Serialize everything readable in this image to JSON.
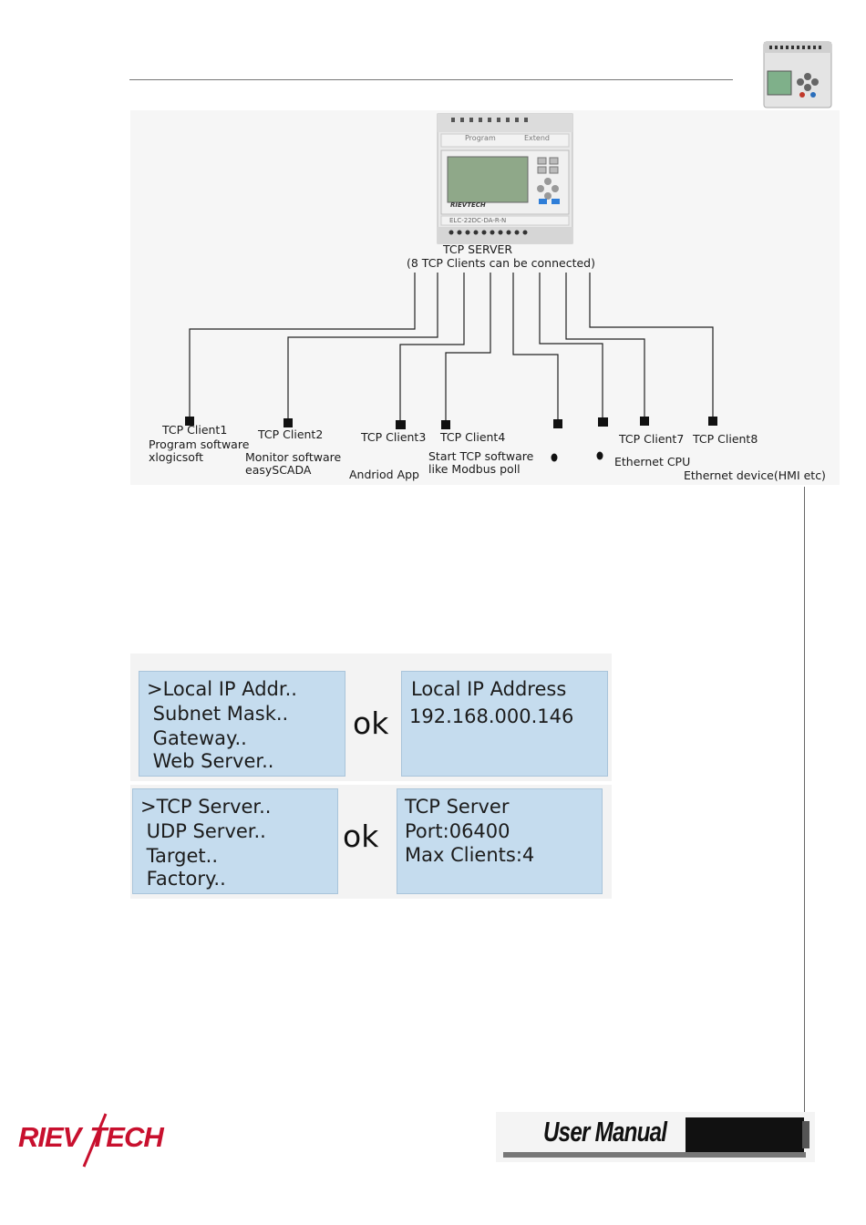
{
  "diagram": {
    "server_title": "TCP SERVER",
    "server_note": "(8 TCP Clients can be connected)",
    "clients": [
      {
        "label": "TCP Client1",
        "desc1": "Program software",
        "desc2": "xlogicsoft"
      },
      {
        "label": "TCP Client2",
        "desc1": "Monitor software",
        "desc2": "easySCADA"
      },
      {
        "label": "TCP Client3",
        "desc1": "Andriod App",
        "desc2": ""
      },
      {
        "label": "TCP Client4",
        "desc1": "Start TCP  software",
        "desc2": "like Modbus poll"
      },
      {
        "label": "TCP Client7",
        "desc1": "Ethernet CPU",
        "desc2": ""
      },
      {
        "label": "TCP Client8",
        "desc1": "Ethernet device(HMI etc)",
        "desc2": ""
      }
    ]
  },
  "device": {
    "brand": "RIEVTECH",
    "model": "ELC-22DC-DA-R-N",
    "top_label": "Program",
    "top_label2": "Extend"
  },
  "lcd_screens": {
    "network_menu": [
      ">Local IP Addr..",
      " Subnet Mask..",
      " Gateway..",
      " Web Server.."
    ],
    "ip_detail": [
      "Local IP Address",
      "192.168.000.146"
    ],
    "server_menu": [
      ">TCP Server..",
      " UDP Server..",
      " Target..",
      " Factory.."
    ],
    "server_detail": [
      "TCP Server",
      "Port:06400",
      "Max Clients:4"
    ],
    "ok_label": "ok"
  },
  "footer": {
    "logo": "RIEVTECH",
    "manual_title": "User Manual"
  },
  "colors": {
    "lcd_background": "#c5dcee",
    "logo_red": "#c8102e"
  }
}
